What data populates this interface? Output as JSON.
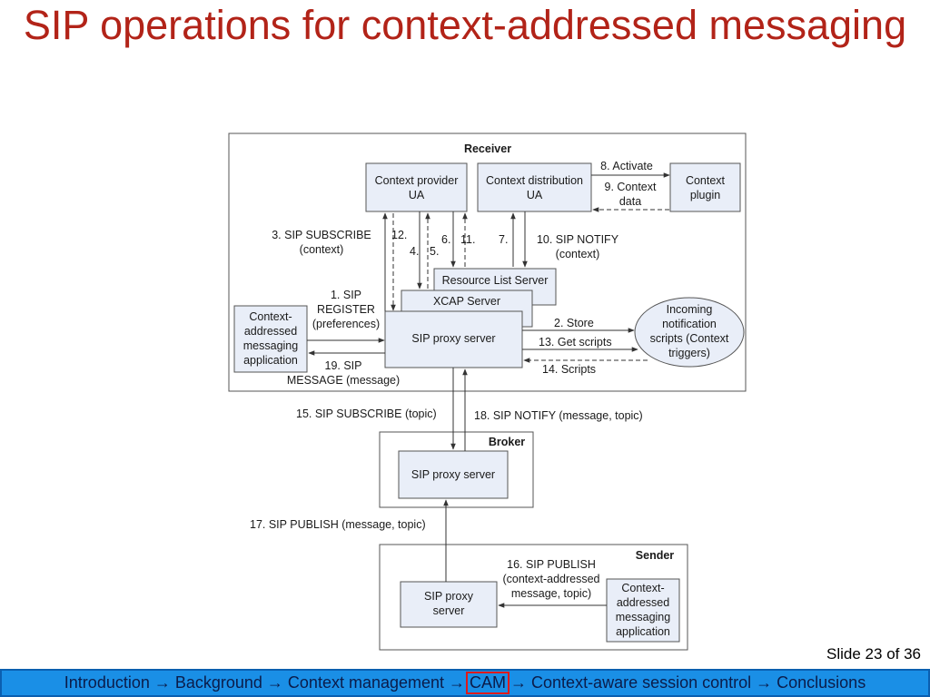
{
  "title": "SIP operations for context-addressed messaging",
  "diagram": {
    "receiver_label": "Receiver",
    "broker_label": "Broker",
    "sender_label": "Sender",
    "nodes": {
      "context_provider_ua": [
        "Context provider",
        "UA"
      ],
      "context_distribution_ua": [
        "Context distribution",
        "UA"
      ],
      "context_plugin": [
        "Context",
        "plugin"
      ],
      "resource_list_server": [
        "Resource List Server"
      ],
      "xcap_server": [
        "XCAP Server"
      ],
      "sip_proxy_receiver": [
        "SIP proxy server"
      ],
      "cam_app_receiver": [
        "Context-",
        "addressed",
        "messaging",
        "application"
      ],
      "incoming_scripts": [
        "Incoming",
        "notification",
        "scripts (Context",
        "triggers)"
      ],
      "sip_proxy_broker": [
        "SIP proxy server"
      ],
      "sip_proxy_sender": [
        "SIP proxy",
        "server"
      ],
      "cam_app_sender": [
        "Context-",
        "addressed",
        "messaging",
        "application"
      ]
    },
    "labels": {
      "m8": [
        "8. Activate"
      ],
      "m9": [
        "9. Context",
        "data"
      ],
      "m3": [
        "3. SIP SUBSCRIBE",
        "(context)"
      ],
      "m12": [
        "12."
      ],
      "m4": [
        "4."
      ],
      "m5": [
        "5."
      ],
      "m6": [
        "6."
      ],
      "m11": [
        "11."
      ],
      "m7": [
        "7."
      ],
      "m10": [
        "10. SIP NOTIFY",
        "(context)"
      ],
      "m1": [
        "1. SIP",
        "REGISTER",
        "(preferences)"
      ],
      "m2": [
        "2. Store"
      ],
      "m13": [
        "13. Get scripts"
      ],
      "m14": [
        "14. Scripts"
      ],
      "m19": [
        "19. SIP",
        "MESSAGE (message)"
      ],
      "m15": [
        "15. SIP SUBSCRIBE (topic)"
      ],
      "m18": [
        "18. SIP NOTIFY (message, topic)"
      ],
      "m17": [
        "17. SIP PUBLISH (message, topic)"
      ],
      "m16": [
        "16. SIP PUBLISH",
        "(context-addressed",
        "message, topic)"
      ]
    }
  },
  "slide_number": "Slide 23 of 36",
  "nav": {
    "before": "Introduction → Background → Context management →",
    "current": "CAM",
    "after": "→ Context-aware session control → Conclusions"
  },
  "colors": {
    "title": "#b22318",
    "box_fill": "#e9eef8",
    "nav_bg": "#1a8fe6",
    "nav_highlight": "#e01a1a"
  }
}
